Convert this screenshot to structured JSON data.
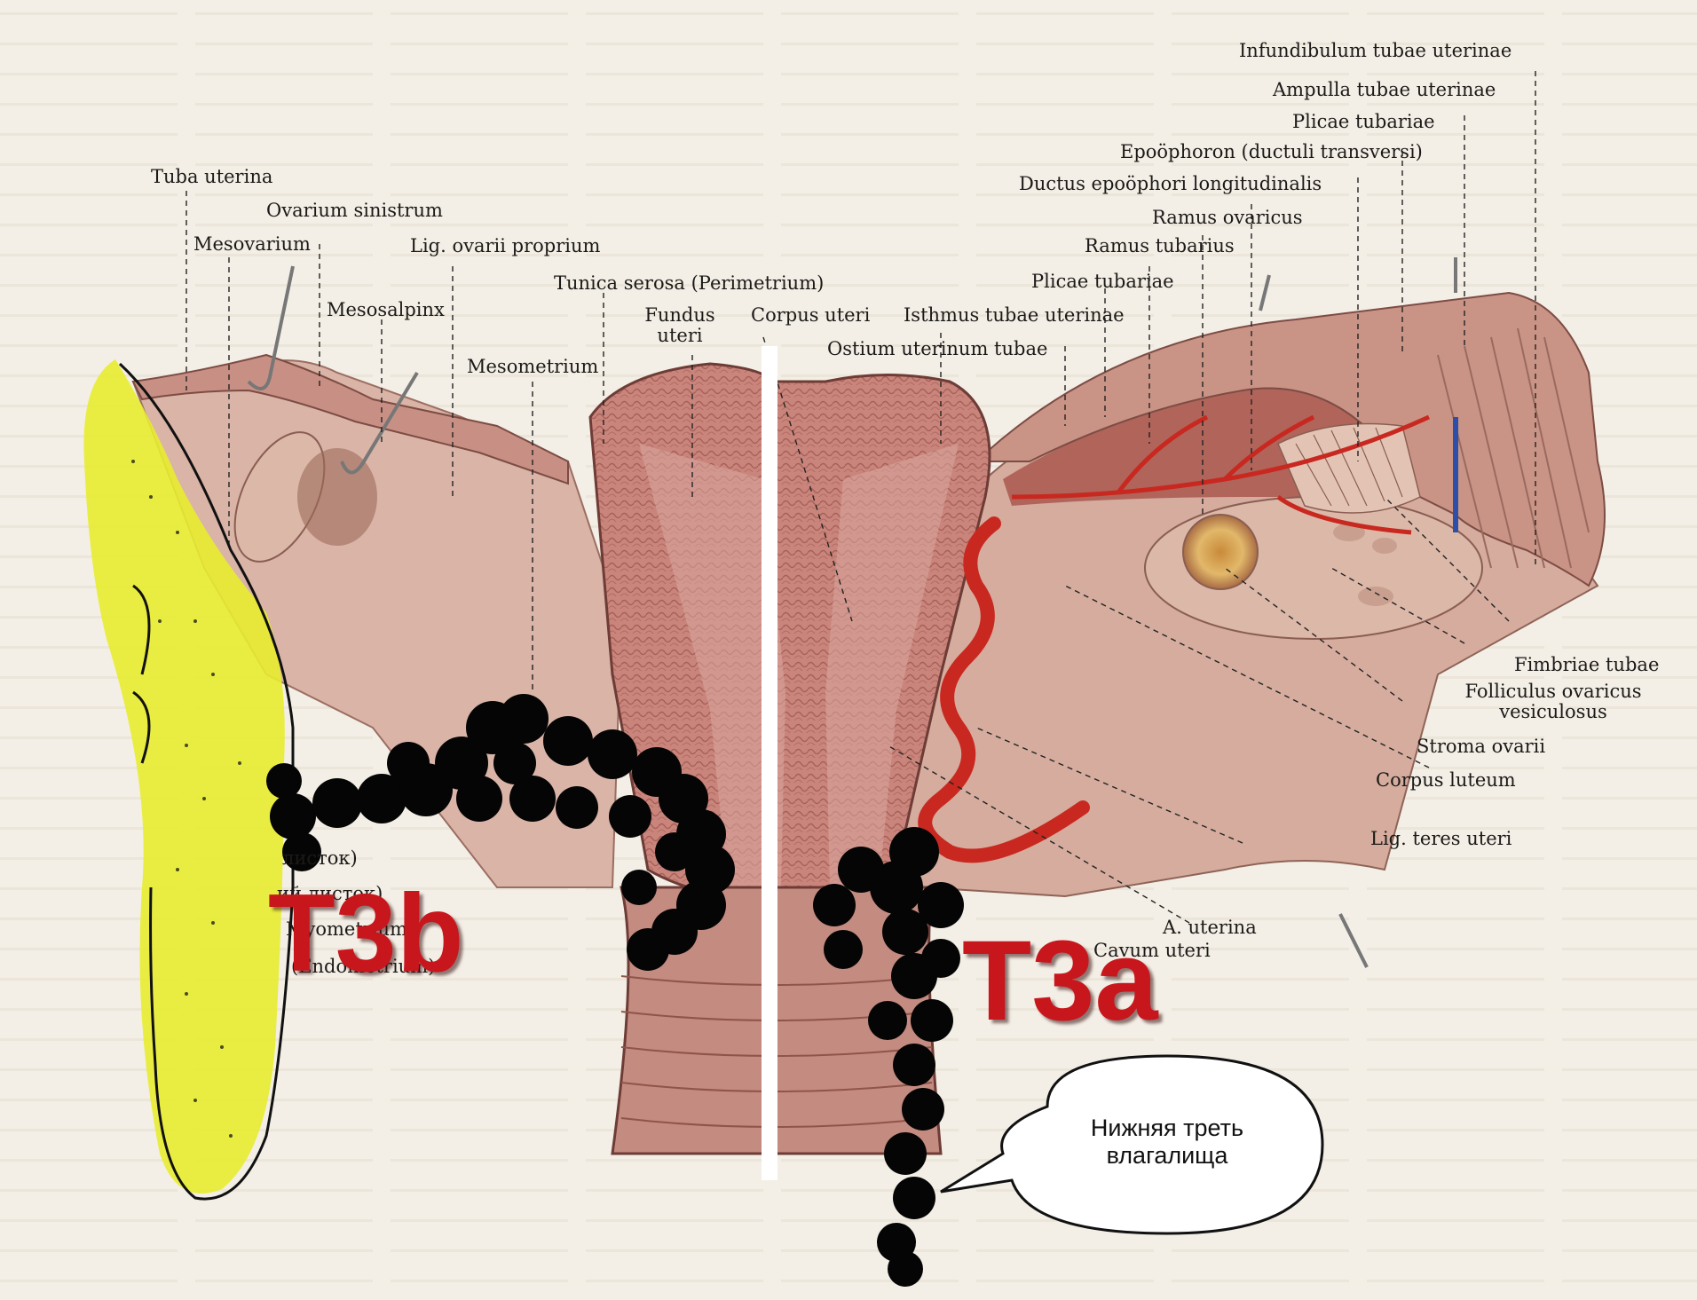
{
  "labels": {
    "tuba_uterina": "Tuba uterina",
    "ovarium_sinistrum": "Ovarium sinistrum",
    "mesovarium": "Mesovarium",
    "lig_ovarii_proprium": "Lig. ovarii proprium",
    "mesosalpinx": "Mesosalpinx",
    "mesometrium": "Mesometrium",
    "tunica_serosa": "Tunica serosa (Perimetrium)",
    "fundus_uteri_1": "Fundus",
    "fundus_uteri_2": "uteri",
    "corpus_uteri": "Corpus uteri",
    "isthmus_tubae": "Isthmus tubae uterinae",
    "ostium_uterinum": "Ostium uterinum tubae",
    "plicae_tubariae_mid": "Plicae tubariae",
    "ramus_tubarius": "Ramus tubarius",
    "ramus_ovaricus": "Ramus ovaricus",
    "ductus_epoophori": "Ductus epoöphori longitudinalis",
    "epoophoron": "Epoöphoron (ductuli transversi)",
    "plicae_tubariae_top": "Plicae tubariae",
    "ampulla": "Ampulla tubae uterinae",
    "infundibulum": "Infundibulum tubae uterinae",
    "fimbriae": "Fimbriae tubae",
    "folliculus_1": "Folliculus ovaricus",
    "folliculus_2": "vesiculosus",
    "stroma_ovarii": "Stroma ovarii",
    "corpus_luteum": "Corpus luteum",
    "lig_teres": "Lig. teres uteri",
    "a_uterina": "A. uterina",
    "cavum_uteri": "Cavum uteri",
    "listok_1": "листок)",
    "listok_2": "ий листок)",
    "myometrium": "Myometrium)",
    "endometrium": "(Endometrium)"
  },
  "stages": {
    "left": "T3b",
    "right": "T3a"
  },
  "callout": {
    "line1": "Нижняя треть",
    "line2": "влагалища"
  },
  "colors": {
    "tissue": "#c98f86",
    "tissue_dark": "#9c5a52",
    "ligament": "#d8b3a6",
    "artery": "#c8281f",
    "vein": "#2d4fa8",
    "pelvic_wall": "#e9ec3a",
    "tumor_spread": "#000000",
    "stage_text": "#c8161d",
    "divider": "#ffffff"
  }
}
